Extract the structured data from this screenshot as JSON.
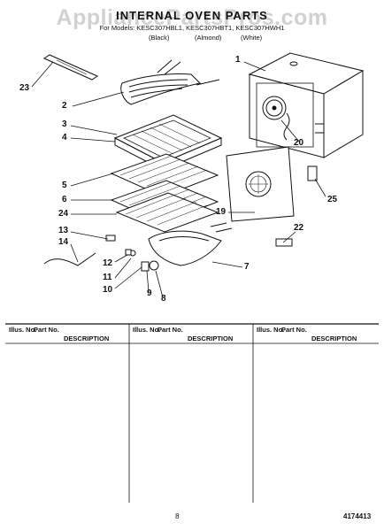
{
  "watermark": "AppliancePartsPros.com",
  "title": "INTERNAL OVEN PARTS",
  "models_line": "For Models: KESC307HBL1, KESC307HBT1, KESC307HWH1",
  "color_labels": [
    "(Black)",
    "(Almond)",
    "(White)"
  ],
  "callouts": [
    "1",
    "2",
    "3",
    "4",
    "5",
    "6",
    "7",
    "8",
    "9",
    "10",
    "11",
    "12",
    "13",
    "14",
    "19",
    "20",
    "22",
    "23",
    "24",
    "25"
  ],
  "parts_table": {
    "column_groups": [
      {
        "ills": "Illus. No.",
        "part": "Part No.",
        "desc": "DESCRIPTION"
      },
      {
        "ills": "Illus. No.",
        "part": "Part No.",
        "desc": "DESCRIPTION"
      },
      {
        "ills": "Illus. No.",
        "part": "Part No.",
        "desc": "DESCRIPTION"
      }
    ]
  },
  "footer": {
    "page": "8",
    "doc": "4174413"
  }
}
